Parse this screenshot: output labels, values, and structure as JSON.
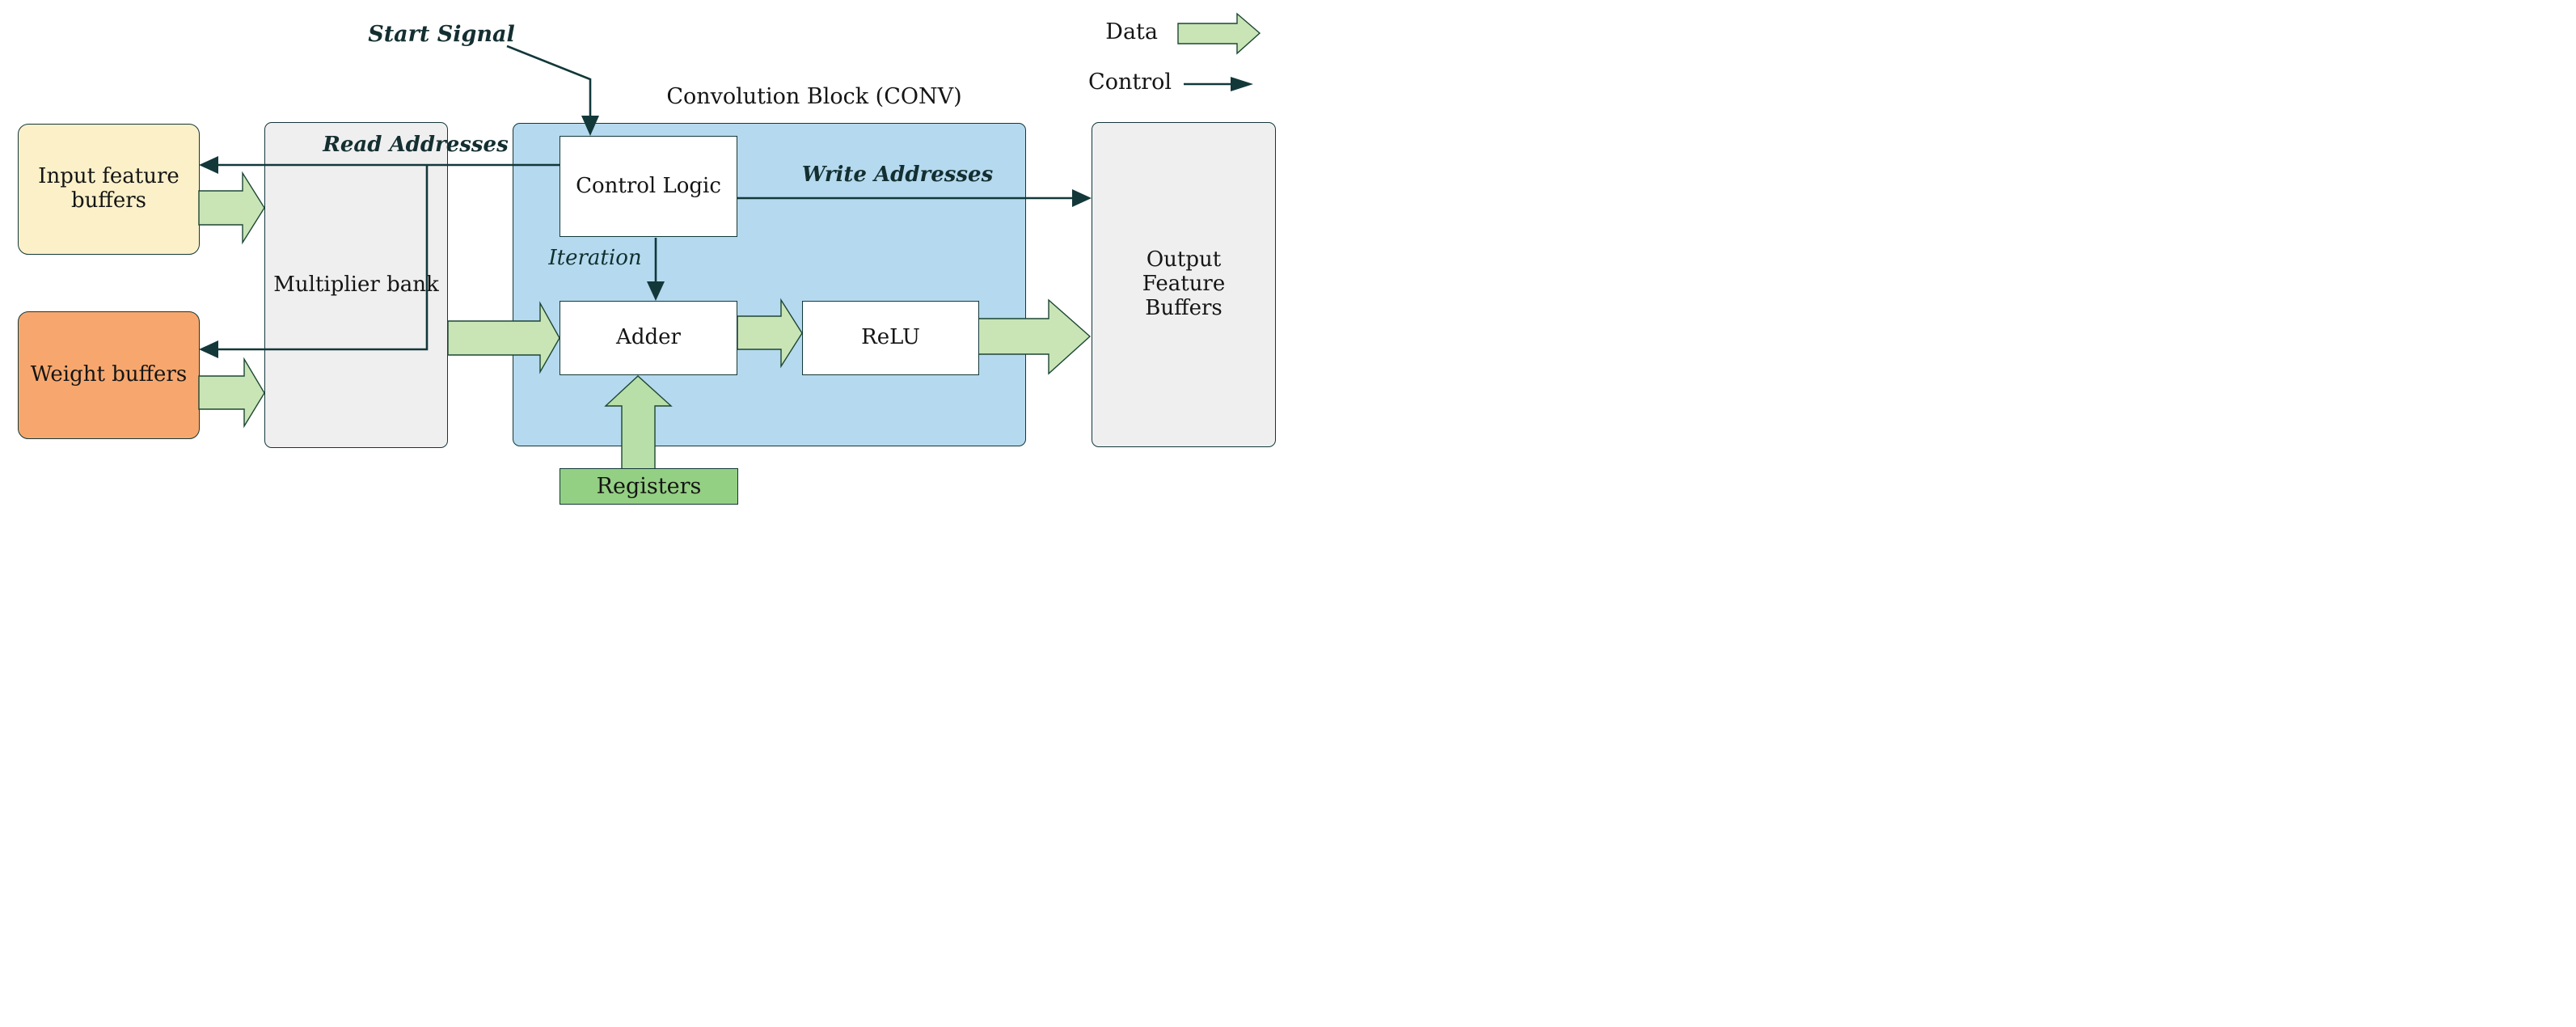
{
  "diagram": {
    "title": "Convolution Block (CONV)",
    "boxes": {
      "input_feature_buffers": {
        "label": "Input feature buffers",
        "fill": "#fbf0c8"
      },
      "weight_buffers": {
        "label": "Weight buffers",
        "fill": "#f7a76d"
      },
      "multiplier_bank": {
        "label": "Multiplier bank",
        "fill": "#f0efef"
      },
      "control_logic": {
        "label": "Control Logic",
        "fill": "#ffffff"
      },
      "adder": {
        "label": "Adder",
        "fill": "#ffffff"
      },
      "relu": {
        "label": "ReLU",
        "fill": "#ffffff"
      },
      "registers": {
        "label": "Registers",
        "fill": "#94d083"
      },
      "output_feature_buffers": {
        "label": "Output Feature Buffers",
        "fill": "#f0efef"
      }
    },
    "annotations": {
      "start_signal": "Start Signal",
      "read_addresses": "Read Addresses",
      "write_addresses": "Write Addresses",
      "iteration": "Iteration"
    },
    "legend": {
      "data_label": "Data",
      "control_label": "Control"
    },
    "icons": {
      "data_flow": "green-block-arrow",
      "control_flow": "thin-dark-arrow"
    },
    "colors": {
      "conv_block_fill": "#b5d9ee",
      "input_fill": "#fbf0c8",
      "weight_fill": "#f7a76d",
      "panel_fill": "#f0efef",
      "registers_fill": "#94d083",
      "data_arrow_fill": "#c9e5b6",
      "data_arrow_fill_alt": "#b9dfa8",
      "line_dark": "#12383a"
    }
  }
}
